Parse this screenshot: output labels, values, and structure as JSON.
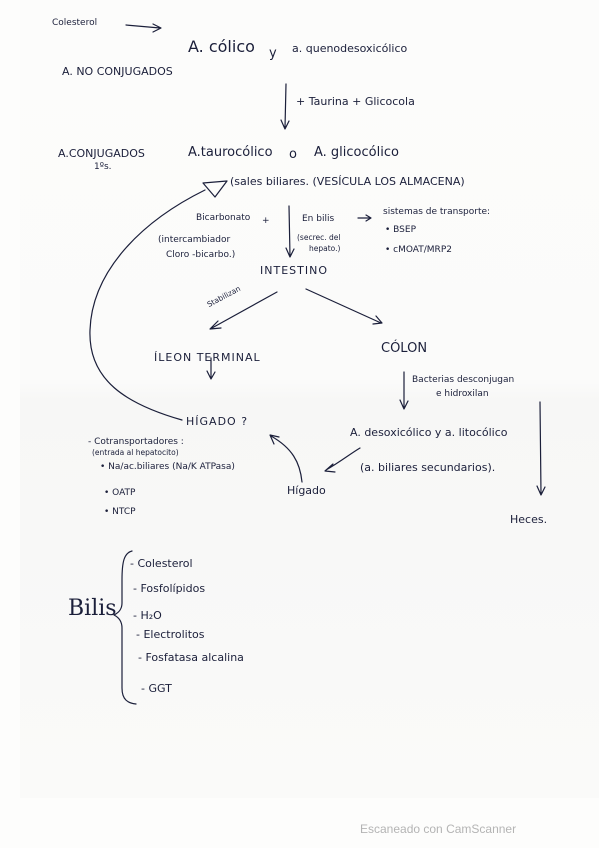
{
  "note": {
    "colesterol_top": "Colesterol",
    "acido_colico": "A. cólico",
    "y": "y",
    "acido_quenodesoxicolico": "a. quenodesoxicólico",
    "no_conjugados": "A. NO CONJUGADOS",
    "taurina_glicocola": "+ Taurina + Glicocola",
    "conjugados": "A.CONJUGADOS",
    "primarios": "1ºs.",
    "taurocolico": "A.taurocólico",
    "o": "o",
    "glicocolico": "A. glicocólico",
    "sales_biliares": "(sales biliares. (VESÍCULA LOS ALMACENA)",
    "bicarbonato": "Bicarbonato",
    "plus": "+",
    "intercambiador": "(intercambiador",
    "cloro_bicarbonato": "Cloro -bicarbo.)",
    "en_bilis": "En bilis",
    "secrecion_hepatica": "(secrec. del",
    "hepatocito": "hepato.)",
    "sistemas_transporte": "sistemas de transporte:",
    "bsep": "• BSEP",
    "cmoat": "• cMOAT/MRP2",
    "intestino": "INTESTINO",
    "stem_label": "Stabilizan",
    "ileon_terminal": "ÍLEON TERMINAL",
    "colon": "CÓLON",
    "bacterias_1": "Bacterias desconjugan",
    "bacterias_2": "e hidroxilan",
    "higado_q": "HÍGADO ?",
    "cotransportadores": "- Cotransportadores :",
    "entrada_hepatica": "(entrada al hepatocito)",
    "na_cotransport": "• Na/ac.biliares (Na/K ATPasa)",
    "oatp": "• OATP",
    "ntcp": "• NTCP",
    "desoxicolico": "A. desoxicólico y a. litocólico",
    "secundarios": "(a. biliares secundarios).",
    "higado": "Hígado",
    "heces": "Heces.",
    "bilis_title": "Bilis",
    "bilis_items": [
      "- Colesterol",
      "- Fosfolípidos",
      "- H₂O",
      "- Electrolitos",
      "- Fosfatasa alcalina",
      "- GGT"
    ]
  },
  "footer": {
    "scanner": "Escaneado con CamScanner"
  },
  "colors": {
    "ink": "#1b1f3a",
    "paper": "#fdfdfc",
    "watermark": "#b4b4b4"
  }
}
